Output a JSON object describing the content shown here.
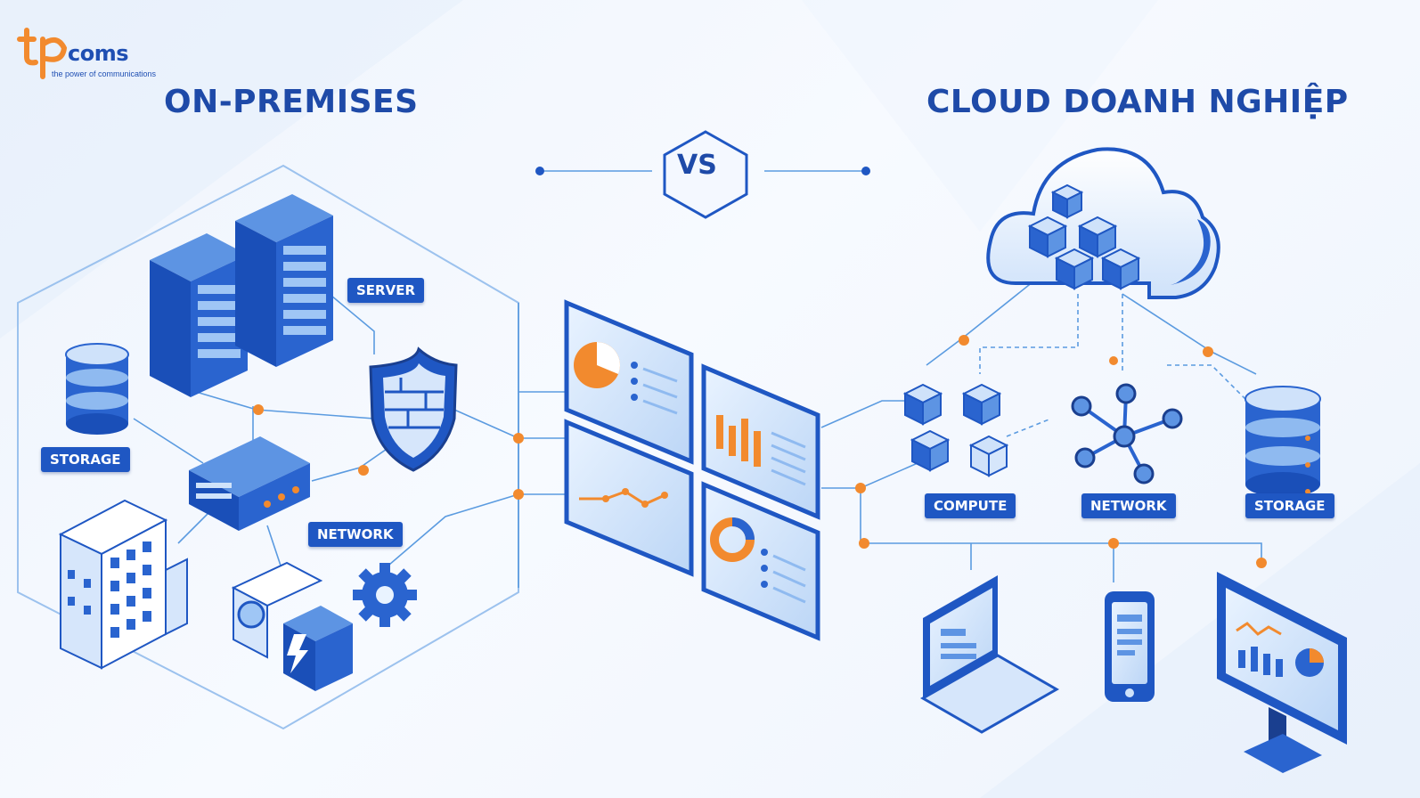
{
  "logo": {
    "brand": "coms",
    "tagline": "the power of communications"
  },
  "titles": {
    "left": "ON-PREMISES",
    "right": "CLOUD DOANH NGHIỆP",
    "vs": "VS"
  },
  "labels": {
    "server": "SERVER",
    "storage_left": "STORAGE",
    "network_left": "NETWORK",
    "compute": "COMPUTE",
    "network_right": "NETWORK",
    "storage_right": "STORAGE"
  },
  "colors": {
    "primary": "#1f57c3",
    "dark": "#1a3f8f",
    "light": "#d6e6fb",
    "accent": "#f28a2e",
    "line": "#5b9be0"
  }
}
